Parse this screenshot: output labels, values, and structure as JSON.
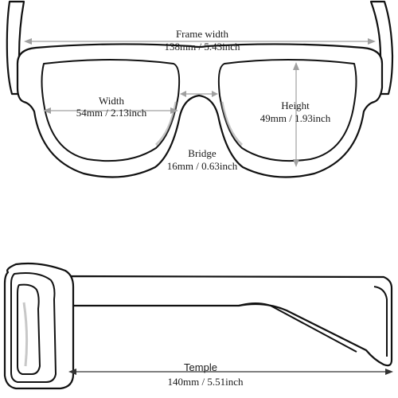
{
  "dimensions": {
    "frame_width": {
      "label": "Frame width",
      "value": "138mm / 5.43inch"
    },
    "lens_width": {
      "label": "Width",
      "value": "54mm / 2.13inch"
    },
    "lens_height": {
      "label": "Height",
      "value": "49mm / 1.93inch"
    },
    "bridge": {
      "label": "Bridge",
      "value": "16mm / 0.63inch"
    },
    "temple": {
      "label": "Temple",
      "value": "140mm / 5.51inch"
    }
  },
  "colors": {
    "outline": "#111111",
    "dimension_line": "#a0a0a0",
    "temple_dimension_line": "#333333",
    "background": "#ffffff"
  }
}
